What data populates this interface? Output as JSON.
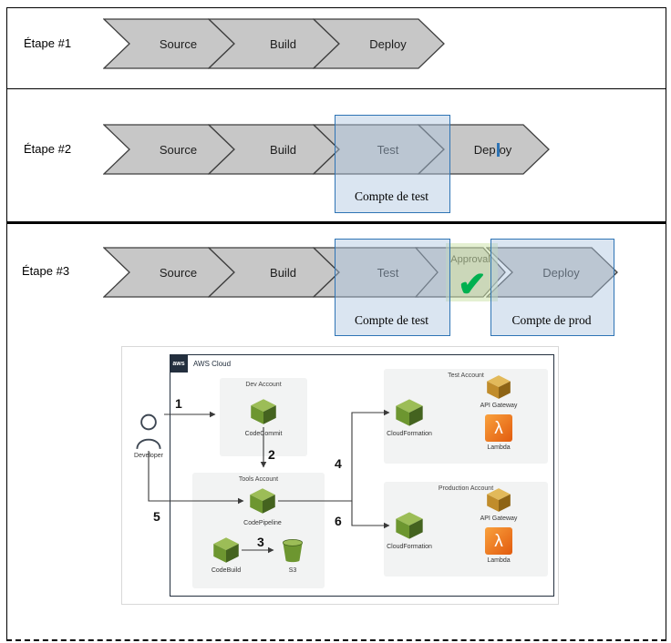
{
  "colors": {
    "chevron_fill": "#c7c7c7",
    "chevron_stroke": "#3f3f3f",
    "accent_blue": "#2e74b5",
    "check_green": "#00b050",
    "aws_dark": "#232f3e"
  },
  "stage1": {
    "label": "Étape #1",
    "source": "Source",
    "build": "Build",
    "deploy": "Deploy"
  },
  "stage2": {
    "label": "Étape #2",
    "source": "Source",
    "build": "Build",
    "test": "Test",
    "deploy_before_cursor": "Dep",
    "deploy_after_cursor": "oy",
    "test_overlay": "Compte de test"
  },
  "stage3": {
    "label": "Étape #3",
    "source": "Source",
    "build": "Build",
    "test": "Test",
    "approval": "Approval",
    "deploy": "Deploy",
    "test_overlay": "Compte de test",
    "prod_overlay": "Compte de prod"
  },
  "icons": {
    "check_glyph": "✔",
    "lambda_glyph": "λ",
    "aws_logo": "aws"
  },
  "aws": {
    "cloud_label": "AWS Cloud",
    "developer": "Developer",
    "dev_account": "Dev Account",
    "tools_account": "Tools Account",
    "test_account": "Test Account",
    "prod_account": "Production Account",
    "codecommit": "CodeCommit",
    "codepipeline": "CodePipeline",
    "codebuild": "CodeBuild",
    "s3": "S3",
    "cloudformation": "CloudFormation",
    "api_gateway": "API Gateway",
    "lambda": "Lambda",
    "steps": [
      "1",
      "2",
      "3",
      "4",
      "5",
      "6"
    ]
  }
}
